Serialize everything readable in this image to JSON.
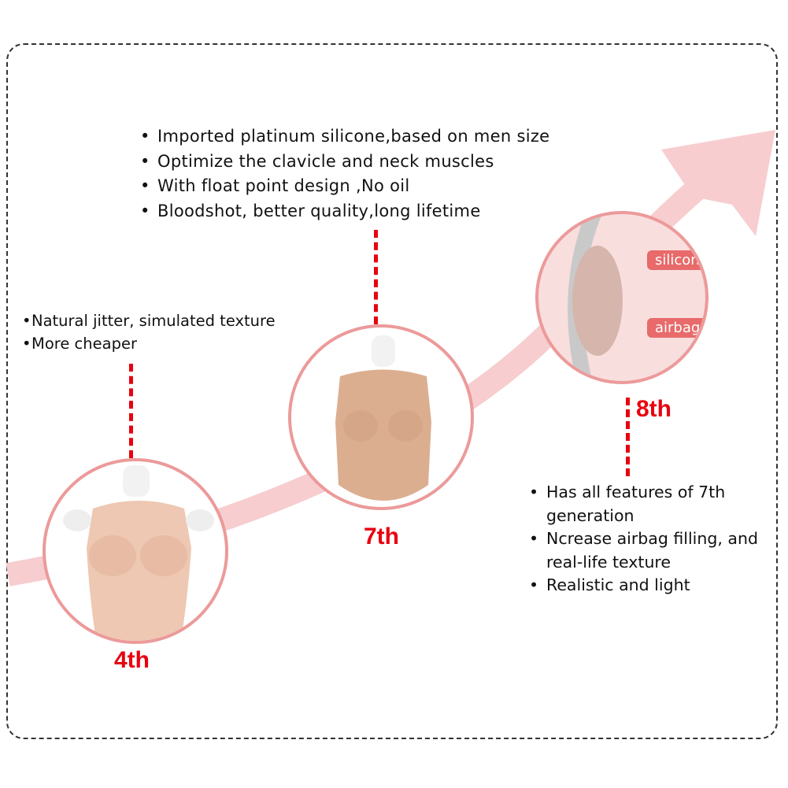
{
  "feature_lists": {
    "seventh": [
      "Imported platinum silicone,based on men size",
      "Optimize the clavicle and neck muscles",
      "With float point design ,No oil",
      "Bloodshot, better quality,long lifetime"
    ],
    "fourth": [
      "Natural jitter, simulated texture",
      "More cheaper"
    ],
    "eighth": [
      "Has all features of 7th generation",
      "Ncrease airbag filling, and real-life texture",
      "Realistic and light"
    ]
  },
  "generations": {
    "fourth": "4th",
    "seventh": "7th",
    "eighth": "8th"
  },
  "diagram_labels": {
    "silicone": "silicone",
    "airbag": "airbag"
  },
  "colors": {
    "accent_red": "#e8000f",
    "arrow_pink": "#f7cdd0",
    "circle_border": "#ec9a9a"
  }
}
